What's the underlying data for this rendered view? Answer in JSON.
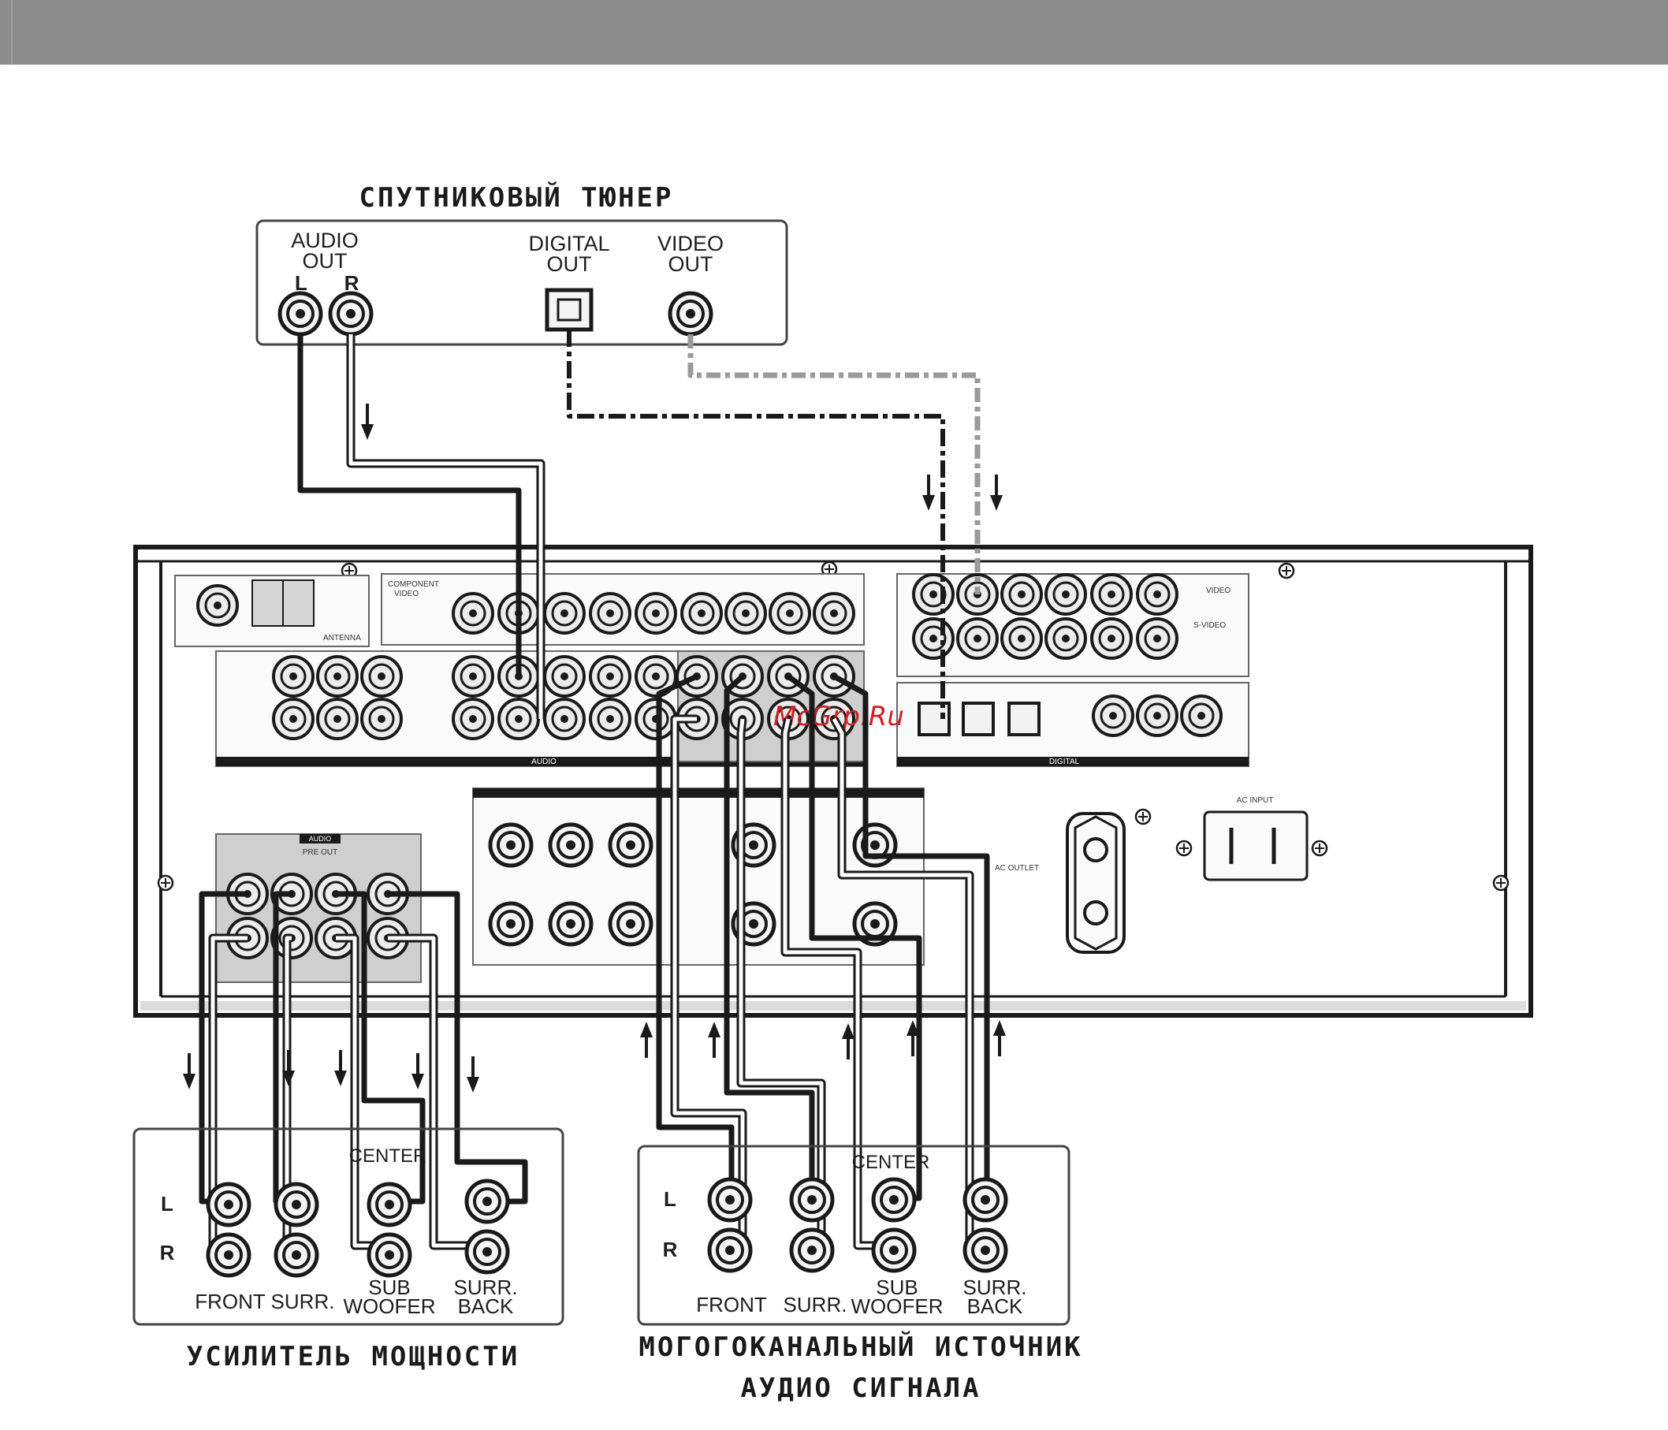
{
  "header_bar": {
    "color": "#8c8c8c"
  },
  "watermark": "McGrp.Ru",
  "satellite_tuner": {
    "title": "СПУТНИКОВЫЙ ТЮНЕР",
    "audio_out": [
      "AUDIO",
      "OUT"
    ],
    "left": "L",
    "right": "R",
    "digital_out": [
      "DIGITAL",
      "OUT"
    ],
    "video_out": [
      "VIDEO",
      "OUT"
    ]
  },
  "power_amplifier": {
    "title": "УСИЛИТЕЛЬ МОЩНОСТИ",
    "left": "L",
    "right": "R",
    "front": "FRONT",
    "surr": "SURR.",
    "center": "CENTER",
    "sub": [
      "SUB",
      "WOOFER"
    ],
    "surr_back": [
      "SURR.",
      "BACK"
    ]
  },
  "multichannel_source": {
    "title_line1": "МОГОГОКАНАЛЬНЫЙ ИСТОЧНИК",
    "title_line2": "АУДИО СИГНАЛА",
    "left": "L",
    "right": "R",
    "front": "FRONT",
    "surr": "SURR.",
    "center": "CENTER",
    "sub": [
      "SUB",
      "WOOFER"
    ],
    "surr_back": [
      "SURR.",
      "BACK"
    ]
  },
  "receiver_panel": {
    "component_video": [
      "COMPONENT",
      "VIDEO"
    ],
    "antenna": "ANTENNA",
    "audio_section": "AUDIO",
    "digital_section": "DIGITAL",
    "video": "VIDEO",
    "s_video": "S-VIDEO",
    "ac_input": "AC INPUT",
    "ac_outlet": "AC OUTLET",
    "preout": [
      "AUDIO",
      "PRE OUT"
    ]
  }
}
